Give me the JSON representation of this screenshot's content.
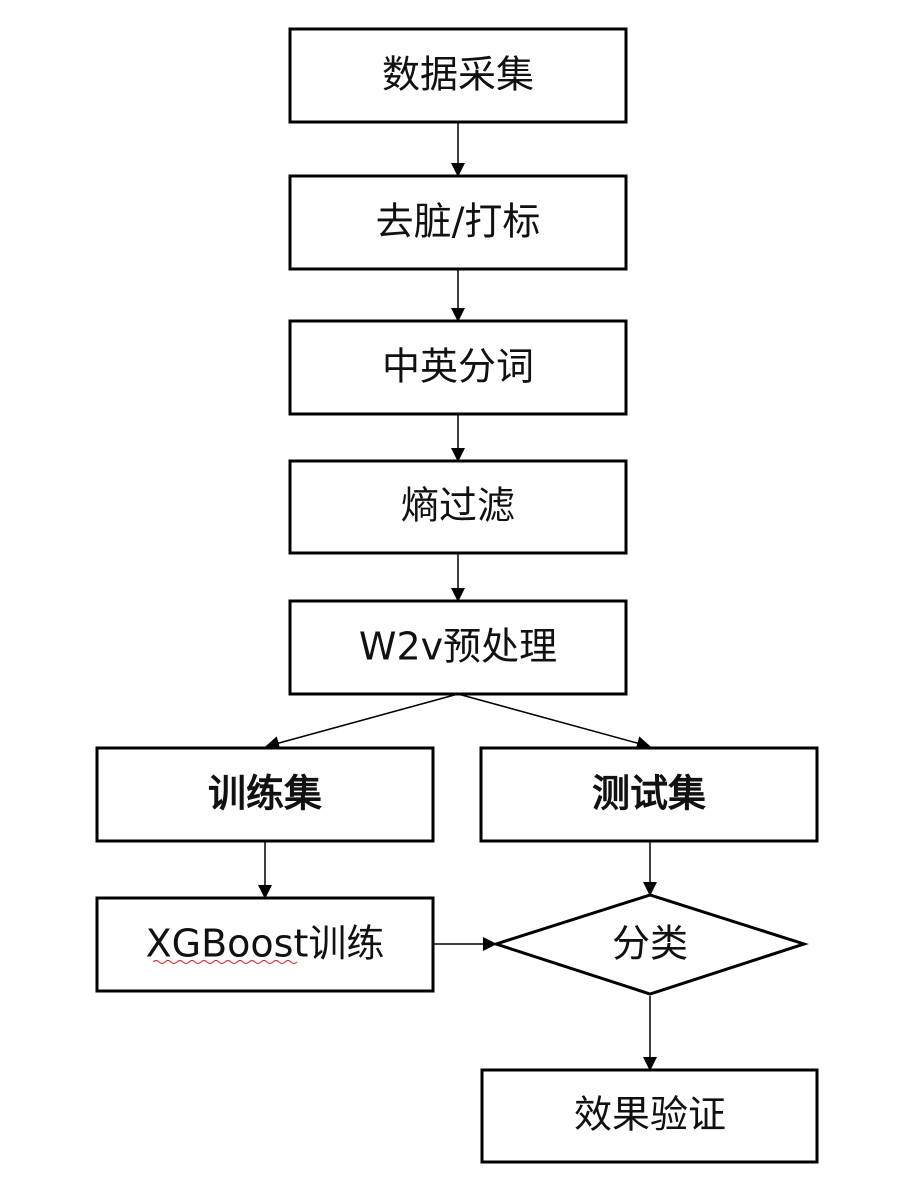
{
  "nodes": {
    "data_collection": "数据采集",
    "cleaning_labeling": "去脏/打标",
    "segmentation": "中英分词",
    "entropy_filter": "熵过滤",
    "w2v_preprocess": "W2v预处理",
    "train_set": "训练集",
    "test_set": "测试集",
    "xgboost_train": "XGBoost训练",
    "classification": "分类",
    "evaluation": "效果验证"
  },
  "colors": {
    "stroke": "#000000",
    "text": "#111111",
    "spellcheck_underline": "#d23a3a"
  }
}
